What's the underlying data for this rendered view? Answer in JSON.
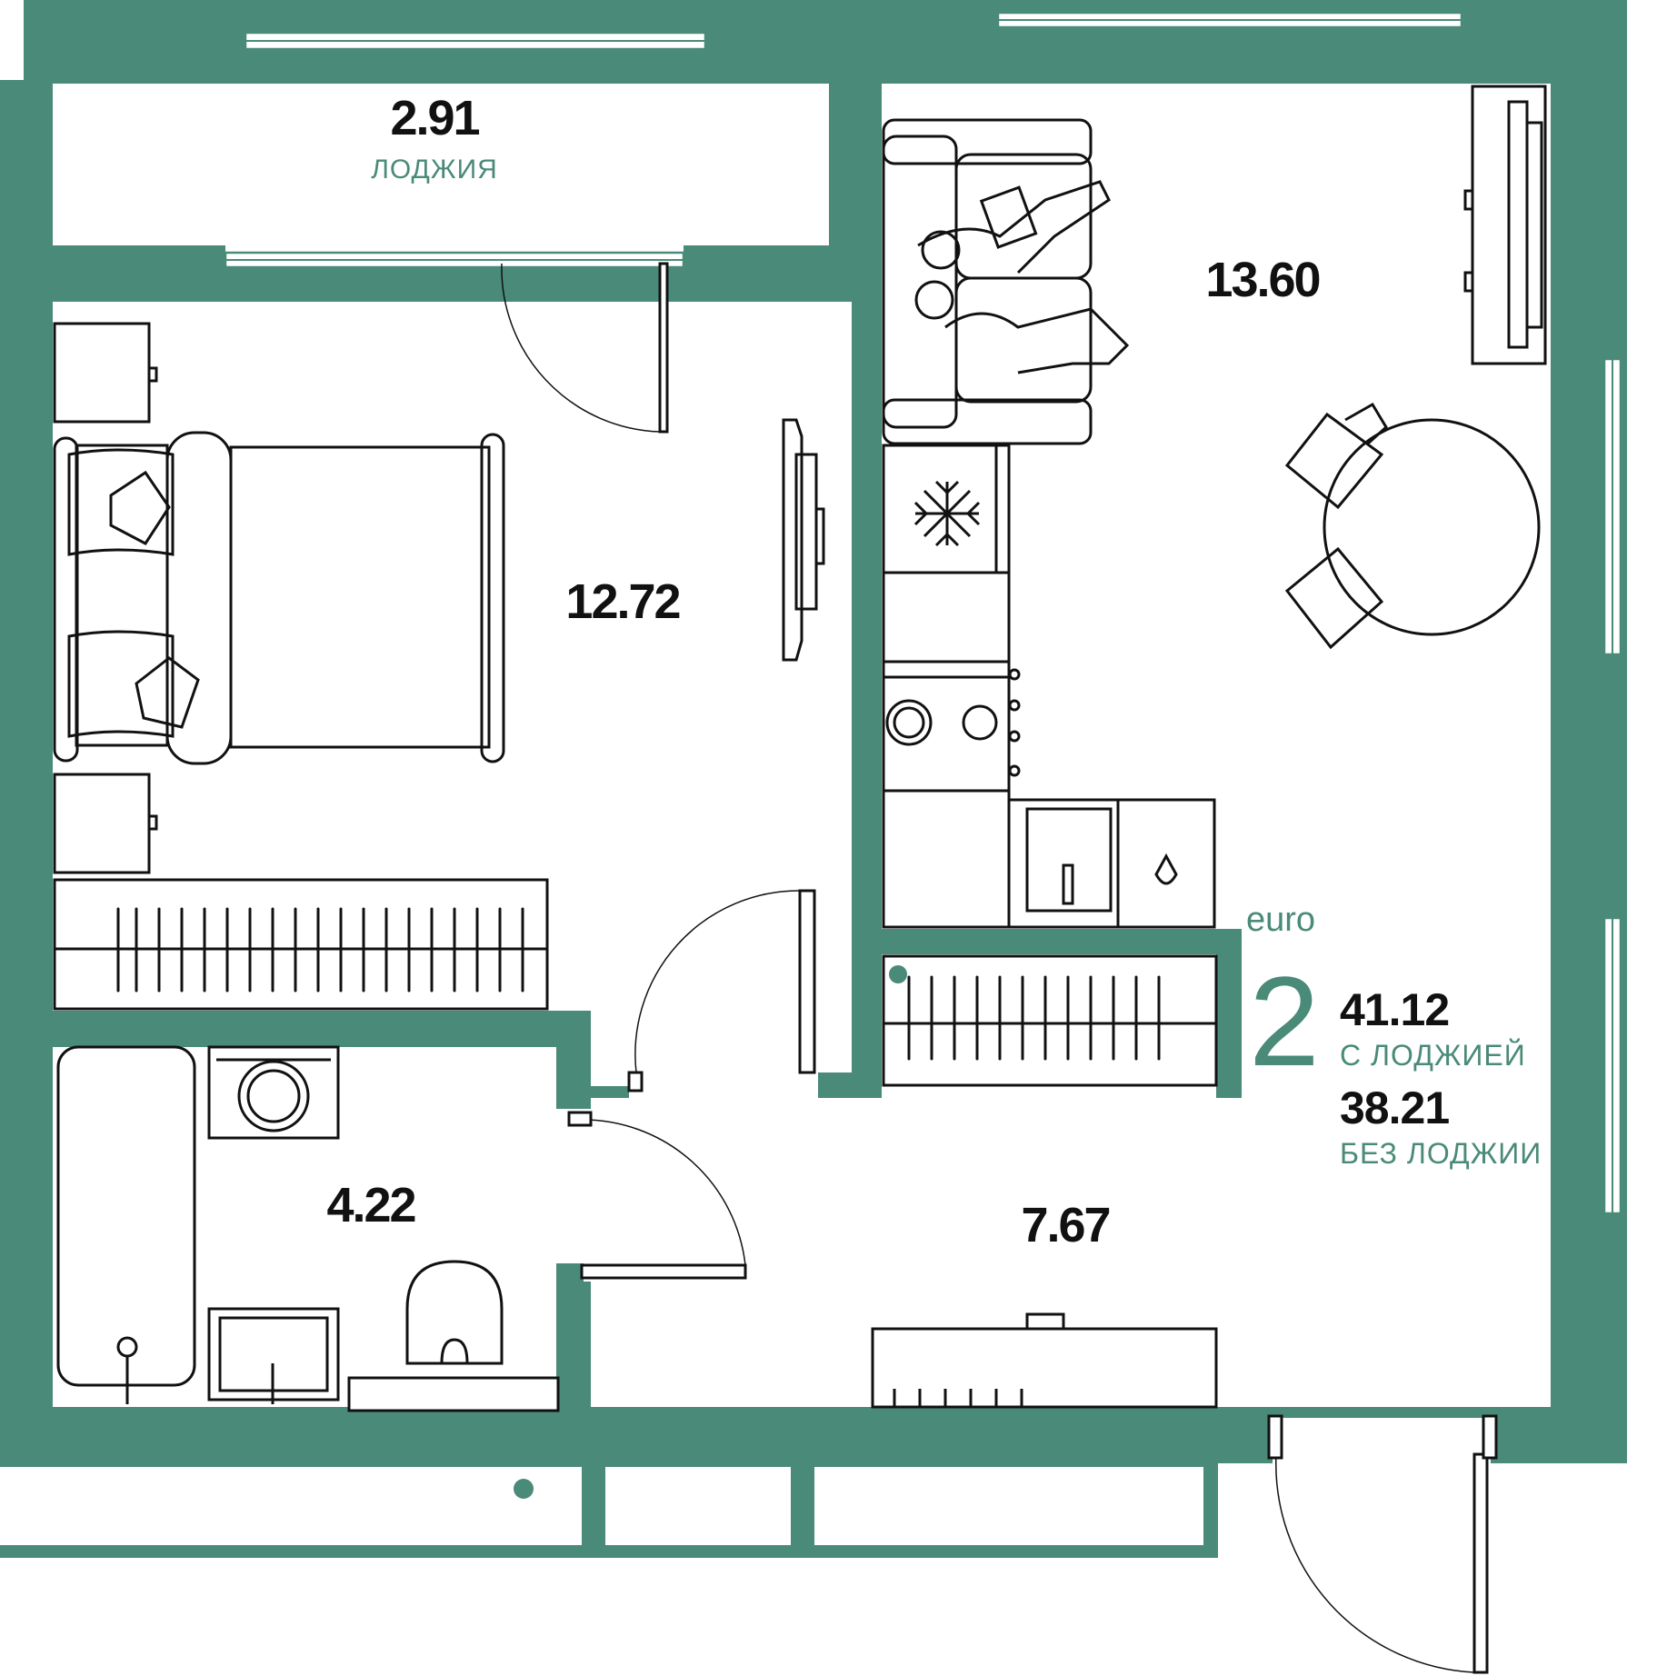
{
  "colors": {
    "wall": "#4a8a78",
    "accent": "#4a8a78",
    "line": "#111111",
    "background": "#ffffff"
  },
  "rooms": {
    "loggia": {
      "area": "2.91",
      "label": "ЛОДЖИЯ"
    },
    "bedroom": {
      "area": "12.72"
    },
    "kitchen_living": {
      "area": "13.60"
    },
    "bathroom": {
      "area": "4.22"
    },
    "hallway": {
      "area": "7.67"
    }
  },
  "summary": {
    "type_label": "euro",
    "rooms_count": "2",
    "area_with_loggia": "41.12",
    "area_with_loggia_label": "С ЛОДЖИЕЙ",
    "area_without_loggia": "38.21",
    "area_without_loggia_label": "БЕЗ ЛОДЖИИ"
  },
  "icons": [
    "snowflake-icon",
    "sofa-icon",
    "bed-icon",
    "tv-icon",
    "stove-icon",
    "sink-icon",
    "washing-machine-icon",
    "bathtub-icon",
    "toilet-icon",
    "dining-table-icon",
    "radiator-icon",
    "wardrobe-icon"
  ]
}
